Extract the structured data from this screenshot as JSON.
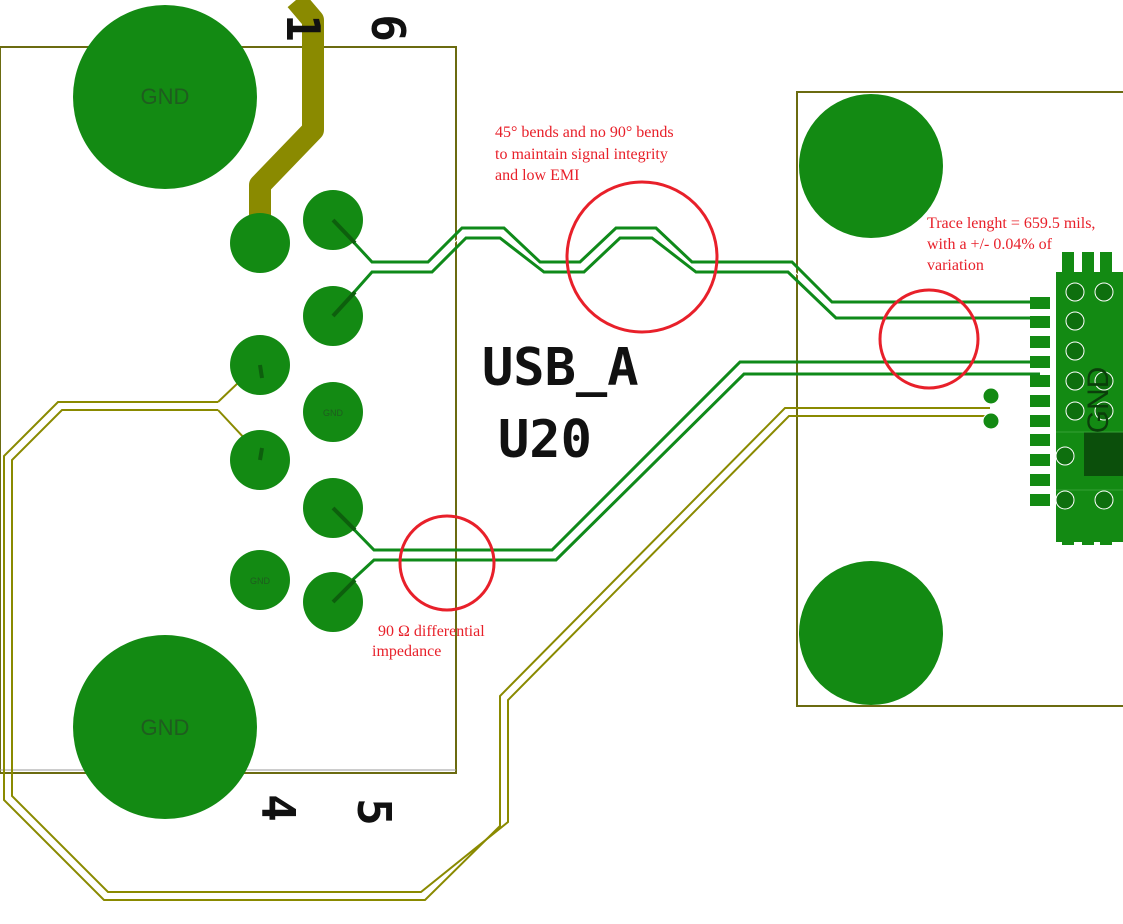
{
  "colors": {
    "copper_pad": "#138a13",
    "signal_trace": "#0f8a1a",
    "power_trace": "#8a8a00",
    "board_outline": "#6b6b10",
    "annotation": "#e8202a",
    "silkscreen": "#111111"
  },
  "labels": {
    "gnd_top": "GND",
    "gnd_bottom": "GND",
    "pad_gnd_small_1": "GND",
    "pad_gnd_small_2": "GND",
    "right_gnd": "GND",
    "ref_name": "USB_A",
    "ref_id": "U20",
    "pin_1": "1",
    "pin_6": "6",
    "pin_4": "4",
    "pin_5": "5"
  },
  "annotations": {
    "bends": [
      "45° bends and no 90° bends",
      "to maintain signal integrity",
      "and low EMI"
    ],
    "impedance": [
      "90 Ω differential",
      "impedance"
    ],
    "length": [
      "Trace lenght = 659.5 mils,",
      "with a +/- 0.04% of",
      "variation"
    ]
  }
}
